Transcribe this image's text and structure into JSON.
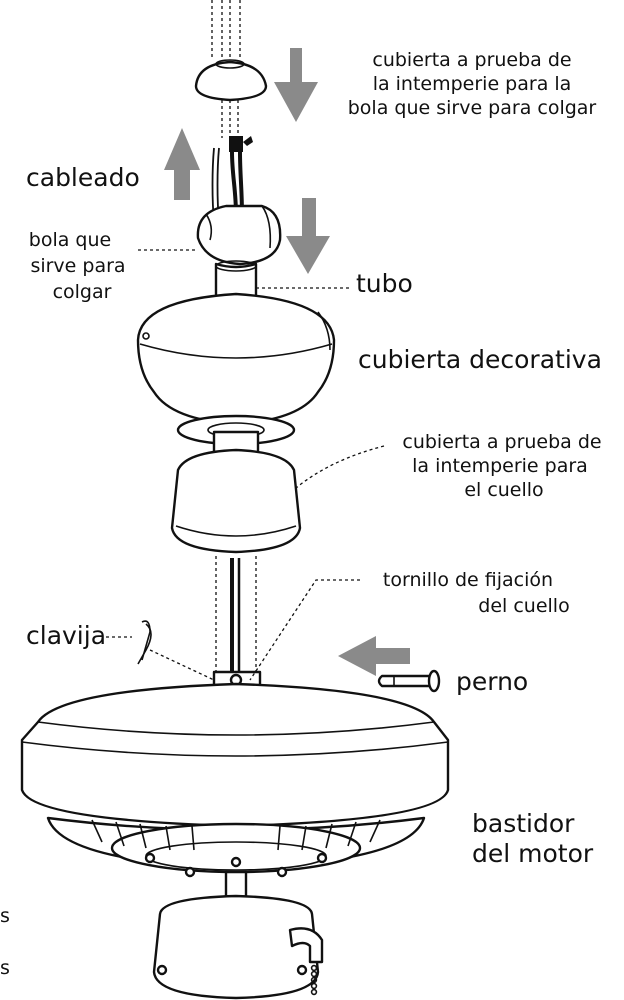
{
  "labels": {
    "canopy_cover_1": "cubierta a prueba de",
    "canopy_cover_2": "la intemperie para la",
    "canopy_cover_3": "bola que sirve para colgar",
    "wiring": "cableado",
    "ball_1": "bola que",
    "ball_2": "sirve para",
    "ball_3": "colgar",
    "downrod": "tubo",
    "decorative_cover": "cubierta decorativa",
    "collar_cover_1": "cubierta a prueba de",
    "collar_cover_2": "la intemperie para",
    "collar_cover_3": "el cuello",
    "set_screw_1": "tornillo de fijación",
    "set_screw_2": "del cuello",
    "pin": "clavija",
    "bolt": "perno",
    "motor_1": "bastidor",
    "motor_2": "del motor",
    "edge_1": "s",
    "edge_2": "s"
  },
  "colors": {
    "ink": "#111111",
    "arrow": "#8a8a8a",
    "background": "#ffffff"
  }
}
